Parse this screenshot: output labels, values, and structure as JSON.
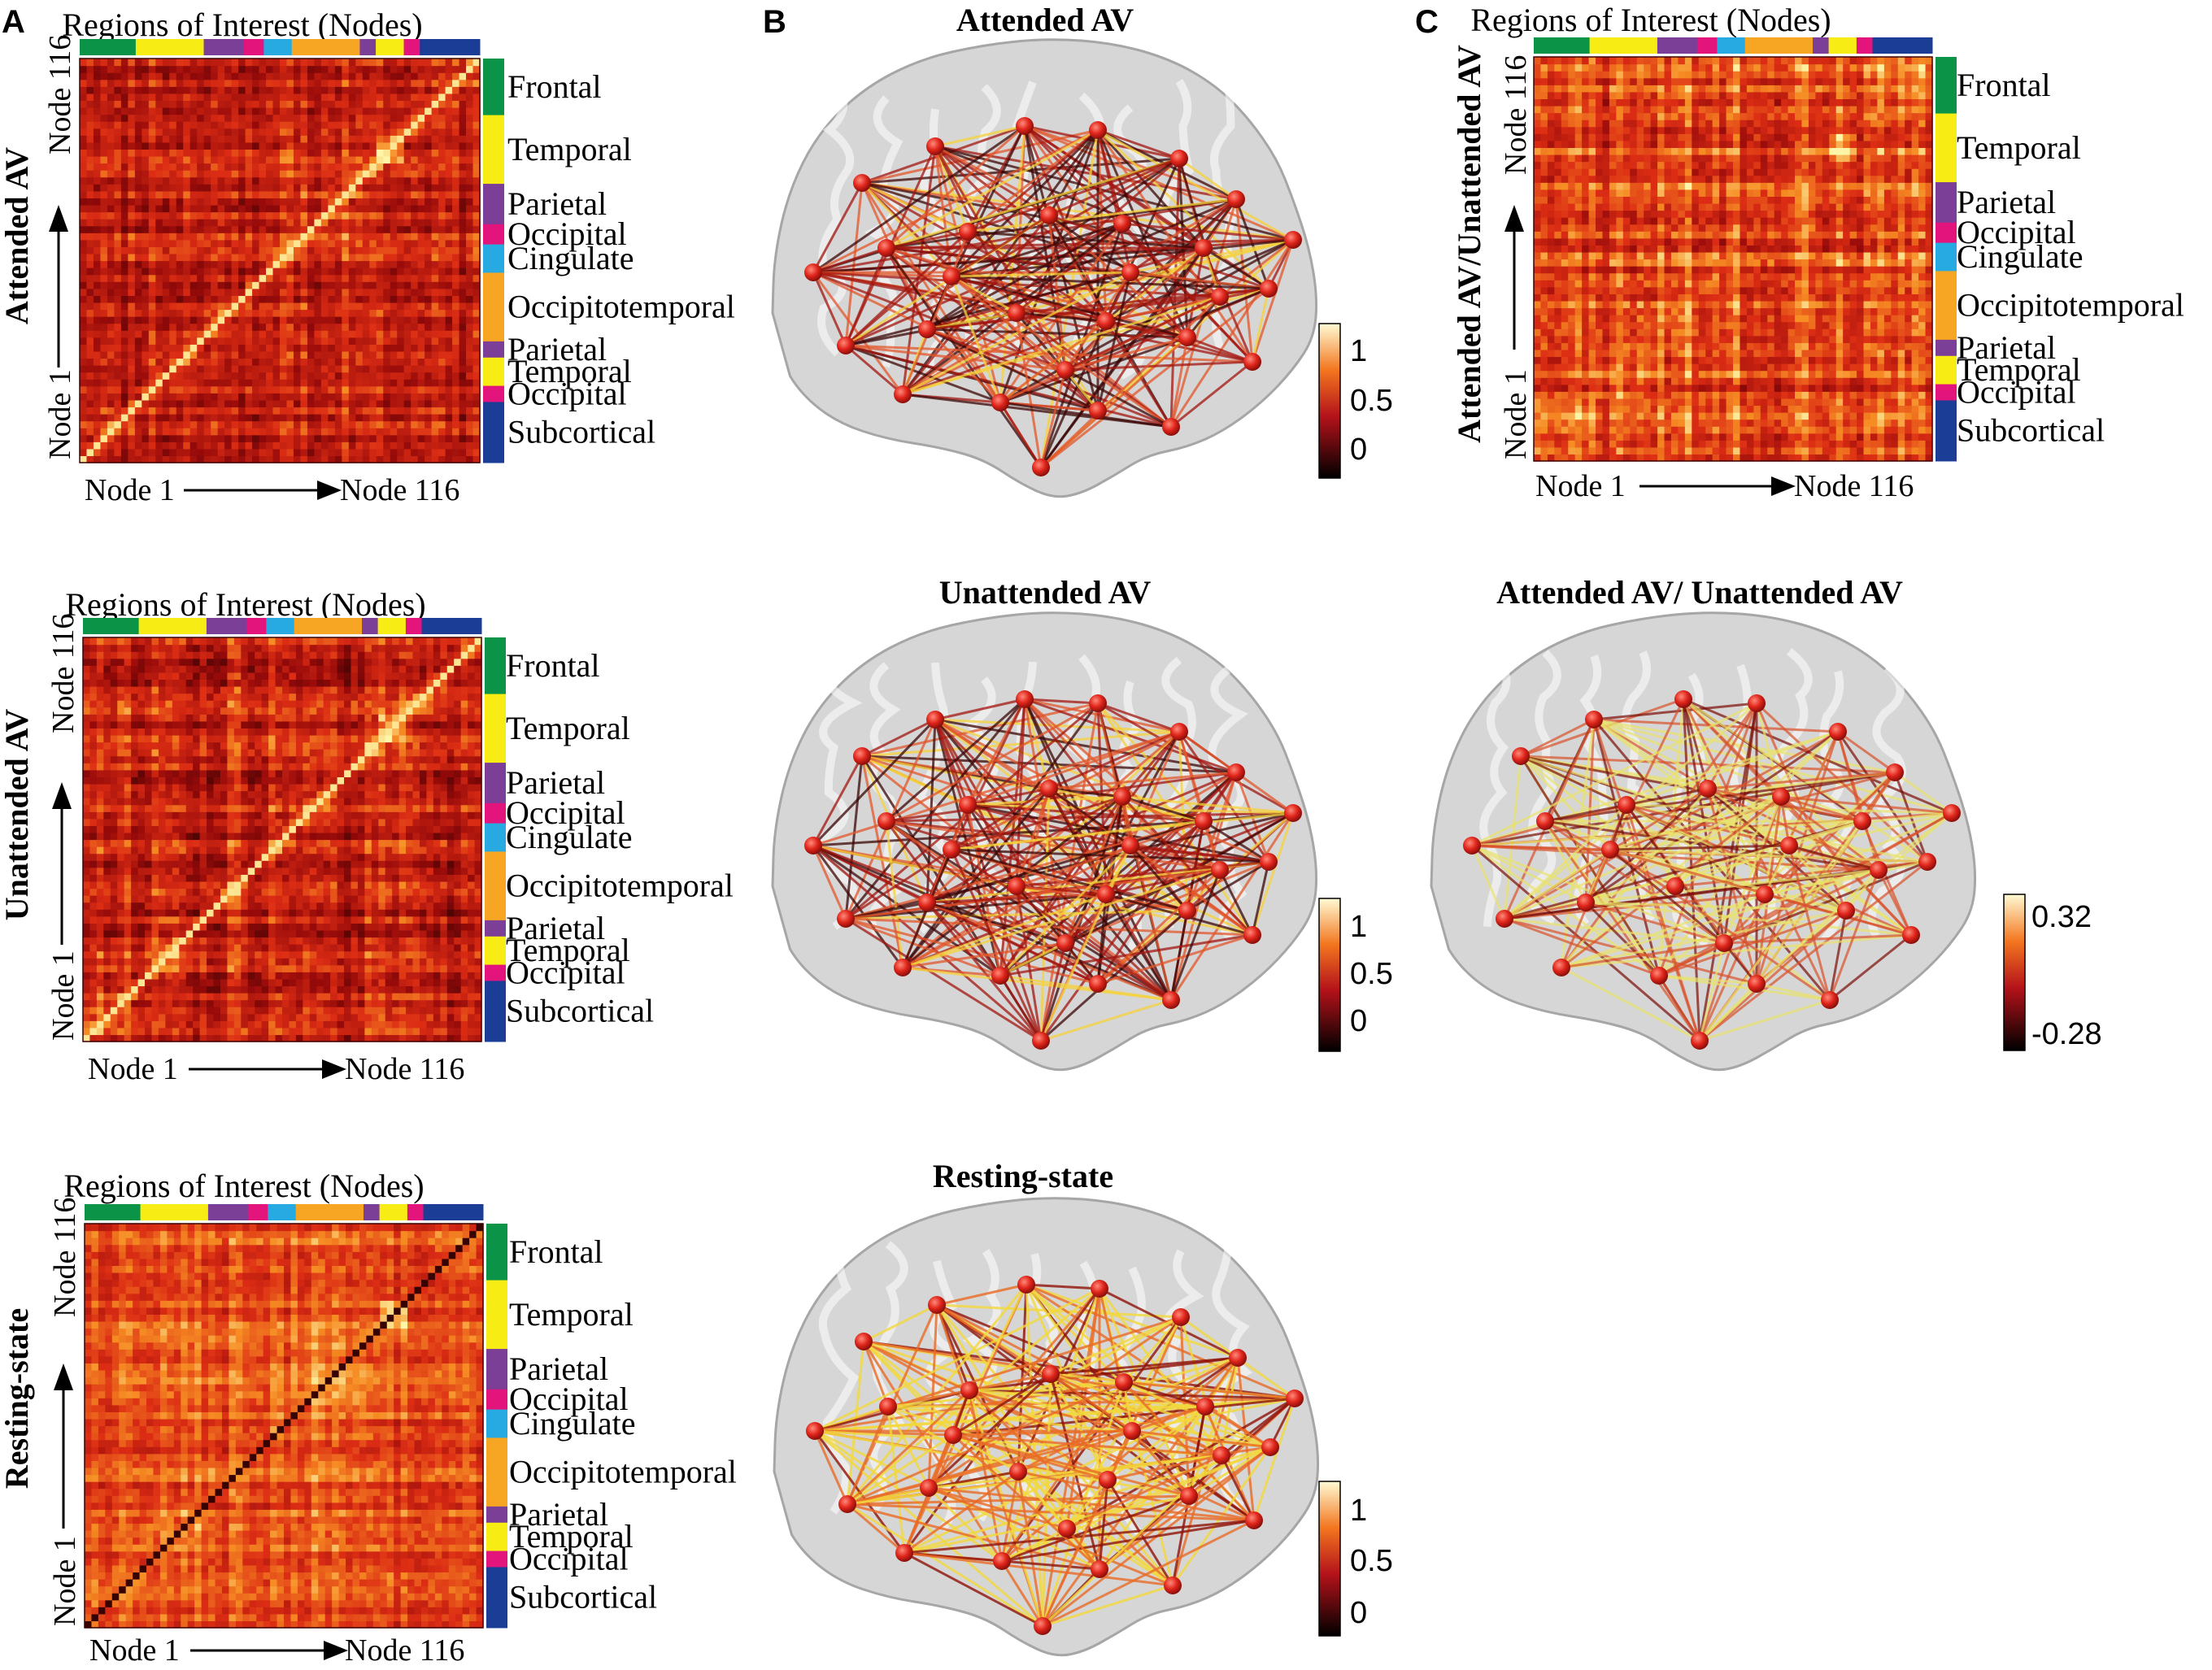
{
  "panel_letters": {
    "a": "A",
    "b": "B",
    "c": "C"
  },
  "roi_header": "Regions of Interest (Nodes)",
  "node_first": "Node 1",
  "node_last": "Node 116",
  "region_labels": [
    "Frontal",
    "Temporal",
    "Parietal",
    "Occipital",
    "Cingulate",
    "Occipitotemporal",
    "Parietal",
    "Temporal",
    "Occipital",
    "Subcortical"
  ],
  "region_colors": [
    "#0b9448",
    "#f7ec13",
    "#7c3f98",
    "#e3157c",
    "#27aae1",
    "#f6a623",
    "#7c3f98",
    "#f7ec13",
    "#e3157c",
    "#1b3d96"
  ],
  "region_sizes": [
    14,
    17,
    10,
    5,
    7,
    17,
    4,
    7,
    4,
    15
  ],
  "rows": [
    {
      "row_label": "Attended AV",
      "brain_title": "Attended AV",
      "colorbar_ticks": [
        "1",
        "0.5",
        "0"
      ]
    },
    {
      "row_label": "Unattended AV",
      "brain_title": "Unattended AV",
      "colorbar_ticks": [
        "1",
        "0.5",
        "0"
      ]
    },
    {
      "row_label": "Resting-state",
      "brain_title": "Resting-state",
      "colorbar_ticks": [
        "1",
        "0.5",
        "0"
      ]
    }
  ],
  "contrast": {
    "row_label": "Attended AV/Unattended AV",
    "brain_title": "Attended AV/ Unattended AV",
    "colorbar_ticks": [
      "0.32",
      "-0.28"
    ]
  },
  "colors": {
    "brain_fill": "#cfcfcf",
    "node": "#e0251b",
    "heat_dark": "#1a0000",
    "heat_mid": "#d42a14",
    "heat_light": "#fdf6a8"
  }
}
